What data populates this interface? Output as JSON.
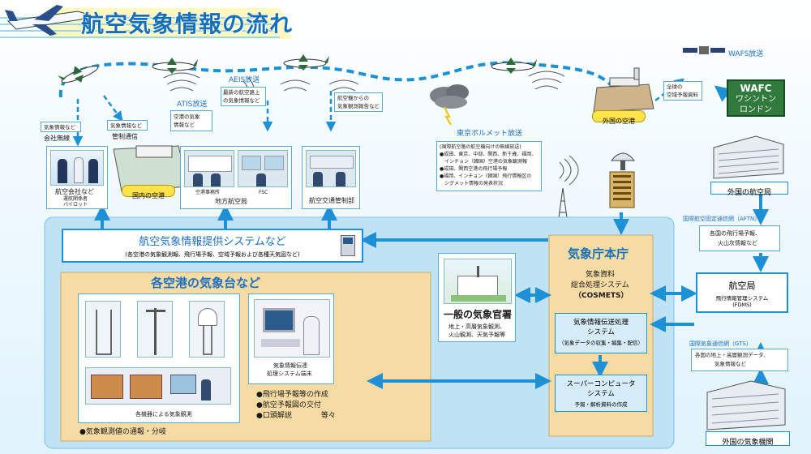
{
  "title": "航空気象情報の流れ",
  "colors": {
    "accent_blue": "#1e90d6",
    "big_panel": "#bfe3f5",
    "tan": "#f7dba4",
    "wafc_green": "#2f7a3c",
    "route_dash": "#1e90d6"
  },
  "broadcast": {
    "aeis": "AEIS放送",
    "atis": "ATIS放送",
    "wafs": "WAFS放送",
    "tokyo_volmet": "東京ボルメット放送"
  },
  "notes": {
    "aeis": [
      "最新の航空路上",
      "の気象情報など"
    ],
    "atis": [
      "空港の気象",
      "情報など"
    ],
    "pilot_report": [
      "航空機からの",
      "気象観測報告など"
    ],
    "wafs_material": [
      "全球の",
      "空域予報資料"
    ],
    "weather_info_1": "気象情報など",
    "weather_info_2": "気象情報など",
    "company_radio": "会社無線",
    "control_comm": "管制通信"
  },
  "volmet_box": [
    "(国際航空路の航空機向けの無線放送)",
    "●成田、東京、中部、関西、新千歳、福岡、",
    "　インチョン（韓国）空港の気象観測報",
    "●成田、関西空港の飛行場予報",
    "●福岡、インチョン（韓国）飛行情報区の",
    "　シグメット情報の発表状況"
  ],
  "wafc": [
    "WAFC",
    "ワシントン",
    "ロンドン"
  ],
  "airports": {
    "domestic": "国内の空港",
    "foreign": "外国の空港"
  },
  "cards": {
    "airline": {
      "title": "航空会社など",
      "sub": [
        "運航関係者",
        "パイロット"
      ]
    },
    "regional": {
      "title": "地方航空局",
      "sub_left": "空港事務所",
      "sub_right": "FSC"
    },
    "atc": {
      "title": "航空交通管制部"
    }
  },
  "provider": {
    "title": "航空気象情報提供システムなど",
    "sub": "(各空港の気象観測報、飛行場予報、空域予報および各種天気図など)"
  },
  "airport_obs": {
    "title": "各空港の気象台など",
    "instrument_caption": "各機器による気象観測",
    "terminal_caption": [
      "気象情報伝達",
      "処理システム端末"
    ],
    "bullets": [
      "●飛行場予報等の作成",
      "●航空予報図の交付",
      "●口頭解説　　　　等々"
    ],
    "bottom_bullet": "●気象観測値の通報・分岐"
  },
  "general_office": {
    "title": "一般の気象官署",
    "sub": [
      "地上・高層気象観測、",
      "火山観測、天気予報等"
    ]
  },
  "jma": {
    "title": "気象庁本庁",
    "cosmets": [
      "気象資料",
      "総合処理システム",
      "（COSMETS）"
    ],
    "transmit": {
      "title": [
        "気象情報伝送処理",
        "システム"
      ],
      "sub": "（気象データの収集・編集・配信）"
    },
    "super": {
      "title": [
        "スーパーコンピュータ",
        "システム"
      ],
      "sub": "予報・解析資料の作成"
    }
  },
  "right": {
    "foreign_aviation": "外国の航空局",
    "aftn_label": "国際航空固定通信網（AFTN）",
    "aftn_box": [
      "各国の飛行場予報、",
      "火山灰情報など"
    ],
    "civil_aviation": {
      "title": "航空局",
      "sub": [
        "飛行情報管理システム",
        "(FDMS)"
      ]
    },
    "gts_label": "国際気象通信網（GTS）",
    "gts_box": [
      "各国の地上・高層観測データ、",
      "気象情報など"
    ],
    "foreign_met": "外国の気象機関"
  }
}
